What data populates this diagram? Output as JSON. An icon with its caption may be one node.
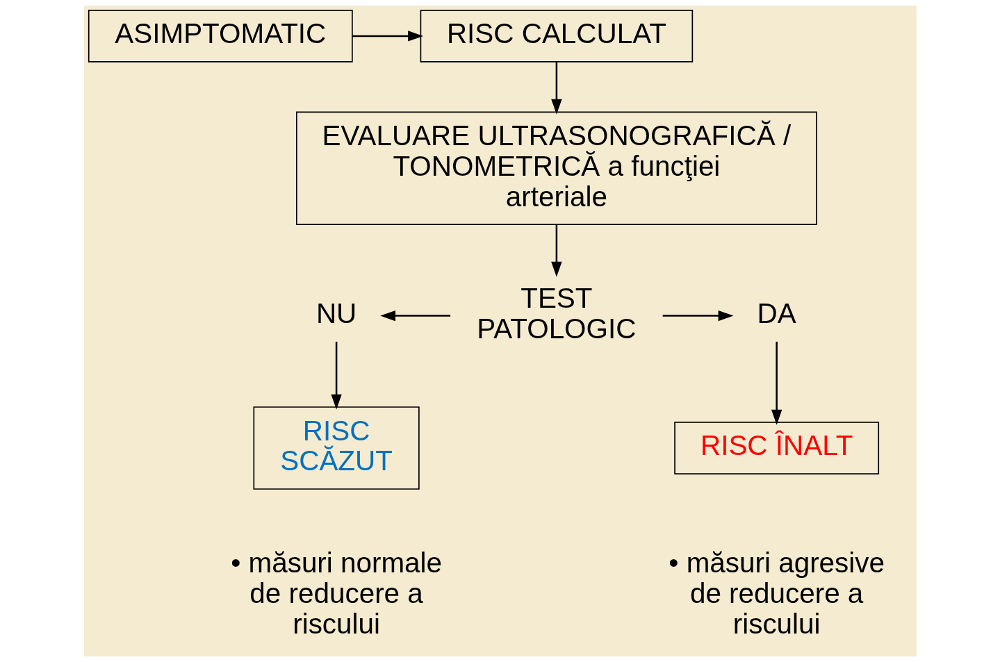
{
  "diagram": {
    "nodes": [
      {
        "text": [
          "ASIMPTOMATIC"
        ]
      },
      {
        "text": [
          "RISC CALCULAT"
        ]
      },
      {
        "text": [
          "EVALUARE ULTRASONOGRAFICĂ / TONOMETRICĂ a funcţiei arteriale"
        ]
      },
      {
        "text": [
          "TEST PATOLOGIC"
        ]
      },
      {
        "text": [
          "NU"
        ]
      },
      {
        "text": [
          "DA"
        ]
      },
      {
        "text": [
          "RISC SCĂZUT"
        ],
        "beside": [
          "• măsuri normale de reducere a riscului"
        ]
      },
      {
        "text": [
          "RISC ÎNALT"
        ],
        "beside": [
          "• măsuri agresive de reducere a riscului"
        ]
      }
    ],
    "edges": [
      {
        "from": 0,
        "to": 1,
        "arrow": "to"
      },
      {
        "from": 1,
        "to": 2,
        "arrow": "to"
      },
      {
        "from": 2,
        "to": 3,
        "arrow": "to"
      },
      {
        "from": 3,
        "to": 4,
        "arrow": "to"
      },
      {
        "from": 3,
        "to": 5,
        "arrow": "to"
      },
      {
        "from": 4,
        "to": 6,
        "arrow": "to"
      },
      {
        "from": 5,
        "to": 7,
        "arrow": "to"
      }
    ]
  }
}
